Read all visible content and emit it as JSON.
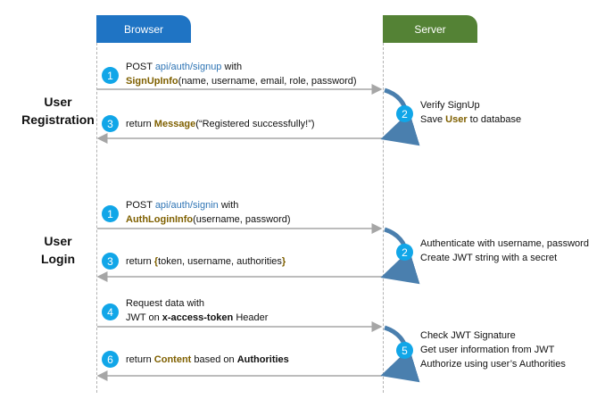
{
  "headers": {
    "browser": "Browser",
    "server": "Server"
  },
  "sections": {
    "registration": [
      "User",
      "Registration"
    ],
    "login": [
      "User",
      "Login"
    ]
  },
  "registration": {
    "step1": {
      "n": "1",
      "pre": "POST ",
      "api": "api/auth/signup",
      "post": " with",
      "obj": "SignUpInfo",
      "args": "(name, username, email, role, password)"
    },
    "step2": {
      "n": "2",
      "line1": "Verify SignUp",
      "pre": "Save ",
      "obj": "User",
      "post": " to database"
    },
    "step3": {
      "n": "3",
      "pre": "return ",
      "obj": "Message",
      "post": "(“Registered successfully!”)"
    }
  },
  "login": {
    "step1": {
      "n": "1",
      "pre": "POST ",
      "api": "api/auth/signin",
      "post": " with",
      "obj": "AuthLoginInfo",
      "args": "(username, password)"
    },
    "step2": {
      "n": "2",
      "line1": "Authenticate with username, password",
      "line2": "Create JWT string with a secret"
    },
    "step3": {
      "n": "3",
      "pre": "return ",
      "obj": "{",
      "mid": "token, username, authorities",
      "post": "}"
    },
    "step4": {
      "n": "4",
      "line1": "Request data with",
      "pre": "JWT on ",
      "hdr": "x-access-token",
      "post": " Header"
    },
    "step5": {
      "n": "5",
      "line1": "Check JWT Signature",
      "line2": "Get user information from JWT",
      "line3": "Authorize using user’s Authorities"
    },
    "step6": {
      "n": "6",
      "pre": "return ",
      "obj": "Content",
      "mid": " based on ",
      "auth": "Authorities"
    }
  },
  "colors": {
    "browser": "#1f74c4",
    "server": "#548235",
    "badge": "#11a6e8",
    "api": "#2f75b5",
    "emphasis": "#7f6000",
    "arrow": "#a6a6a6",
    "curve": "#4a7fae"
  }
}
